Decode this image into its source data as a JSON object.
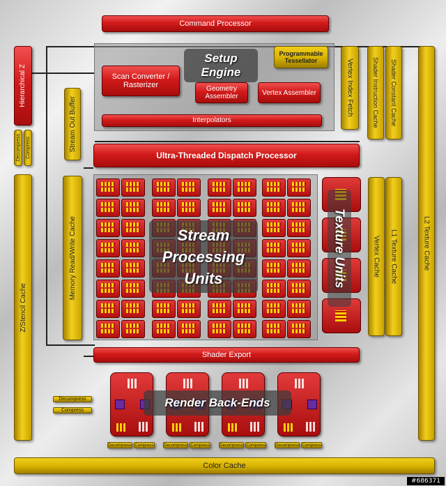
{
  "colors": {
    "red": "#d21a1a",
    "gold": "#e0b800",
    "dark_overlay": "#3c3c3c",
    "background": "#d8d8d8"
  },
  "blocks": {
    "command_processor": "Command Processor",
    "setup_engine": "Setup Engine",
    "programmable_tessellator": "Programmable Tessellator",
    "scan_converter": "Scan Converter / Rasterizer",
    "geometry_assembler": "Geometry Assembler",
    "vertex_assembler": "Vertex Assembler",
    "interpolators": "Interpolators",
    "vertex_index_fetch": "Vertex Index Fetch",
    "shader_instruction_cache": "Shader Instruction Cache",
    "shader_constant_cache": "Shader Constant Cache",
    "hierarchical_z": "Hierarchical Z",
    "stream_out_buffer": "Stream Out Buffer",
    "decompress": "Decompress",
    "compress": "Compress",
    "ultra_threaded_dispatch": "Ultra-Threaded Dispatch Processor",
    "memory_rw_cache": "Memory Read/Write Cache",
    "stream_processing_units": "Stream Processing Units",
    "texture_units": "Texture Units",
    "vertex_cache": "Vertex Cache",
    "l1_texture_cache": "L1 Texture Cache",
    "l2_texture_cache": "L2 Texture Cache",
    "z_stencil_cache": "Z/Stencil Cache",
    "shader_export": "Shader Export",
    "render_back_ends": "Render Back-Ends",
    "color_cache": "Color Cache"
  },
  "watermark": "#686371"
}
